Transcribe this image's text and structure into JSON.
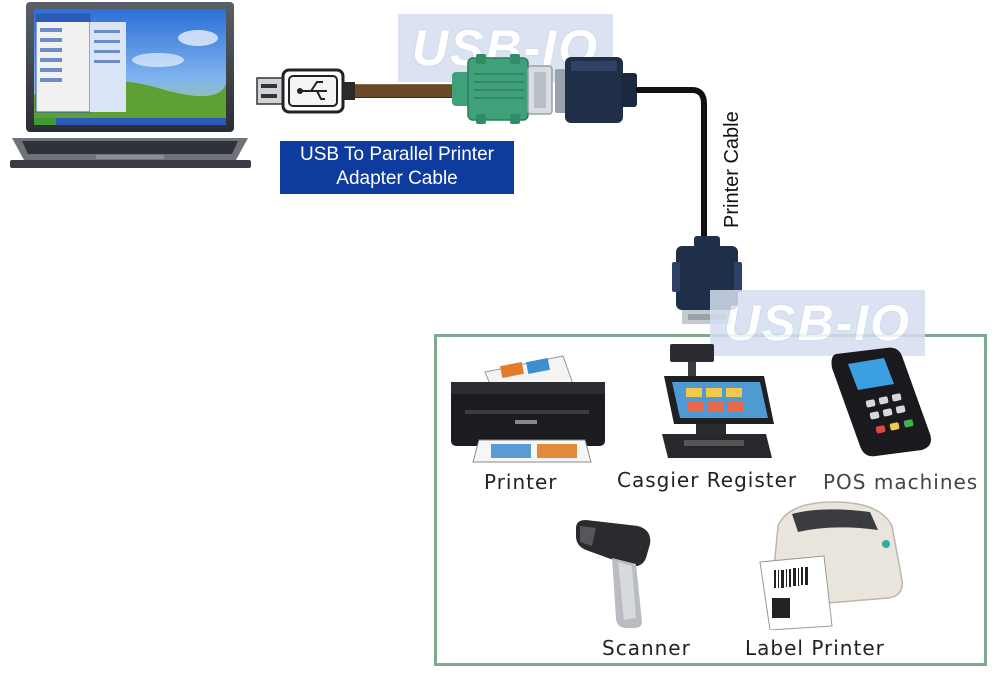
{
  "watermark": {
    "text": "USB-IO"
  },
  "adapter": {
    "caption_line1": "USB To Parallel Printer",
    "caption_line2": "Adapter Cable"
  },
  "cable": {
    "label": "Printer Cable"
  },
  "devices": [
    {
      "label": "Printer"
    },
    {
      "label": "Casgier Register"
    },
    {
      "label": "POS machines"
    },
    {
      "label": "Scanner"
    },
    {
      "label": "Label Printer"
    }
  ],
  "colors": {
    "caption_bg": "#0d3c9e",
    "panel_border": "#7fa88f",
    "adapter_green": "#3fa07a",
    "cable_brown": "#6b4a2a",
    "connector_navy": "#1f2f48"
  }
}
